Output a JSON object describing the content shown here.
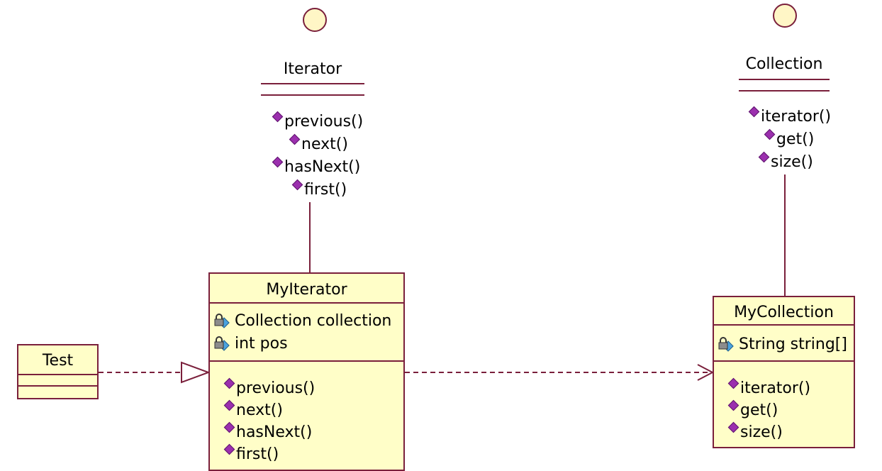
{
  "interfaces": {
    "iterator": {
      "name": "Iterator",
      "operations": [
        "previous()",
        "next()",
        "hasNext()",
        "first()"
      ]
    },
    "collection": {
      "name": "Collection",
      "operations": [
        "iterator()",
        "get()",
        "size()"
      ]
    }
  },
  "classes": {
    "my_iterator": {
      "name": "MyIterator",
      "attributes": [
        "Collection collection",
        "int pos"
      ],
      "operations": [
        "previous()",
        "next()",
        "hasNext()",
        "first()"
      ]
    },
    "my_collection": {
      "name": "MyCollection",
      "attributes": [
        "String string[]"
      ],
      "operations": [
        "iterator()",
        "get()",
        "size()"
      ]
    },
    "test": {
      "name": "Test"
    }
  },
  "colors": {
    "line": "#7a1f3b",
    "class_fill": "#fffec8",
    "interface_circle_fill": "#fff6c6",
    "operation_icon": "#9b2fae"
  },
  "icons": {
    "operation": "operation-icon",
    "attribute": "private-attribute-lock-icon",
    "interface": "interface-circle-icon"
  }
}
